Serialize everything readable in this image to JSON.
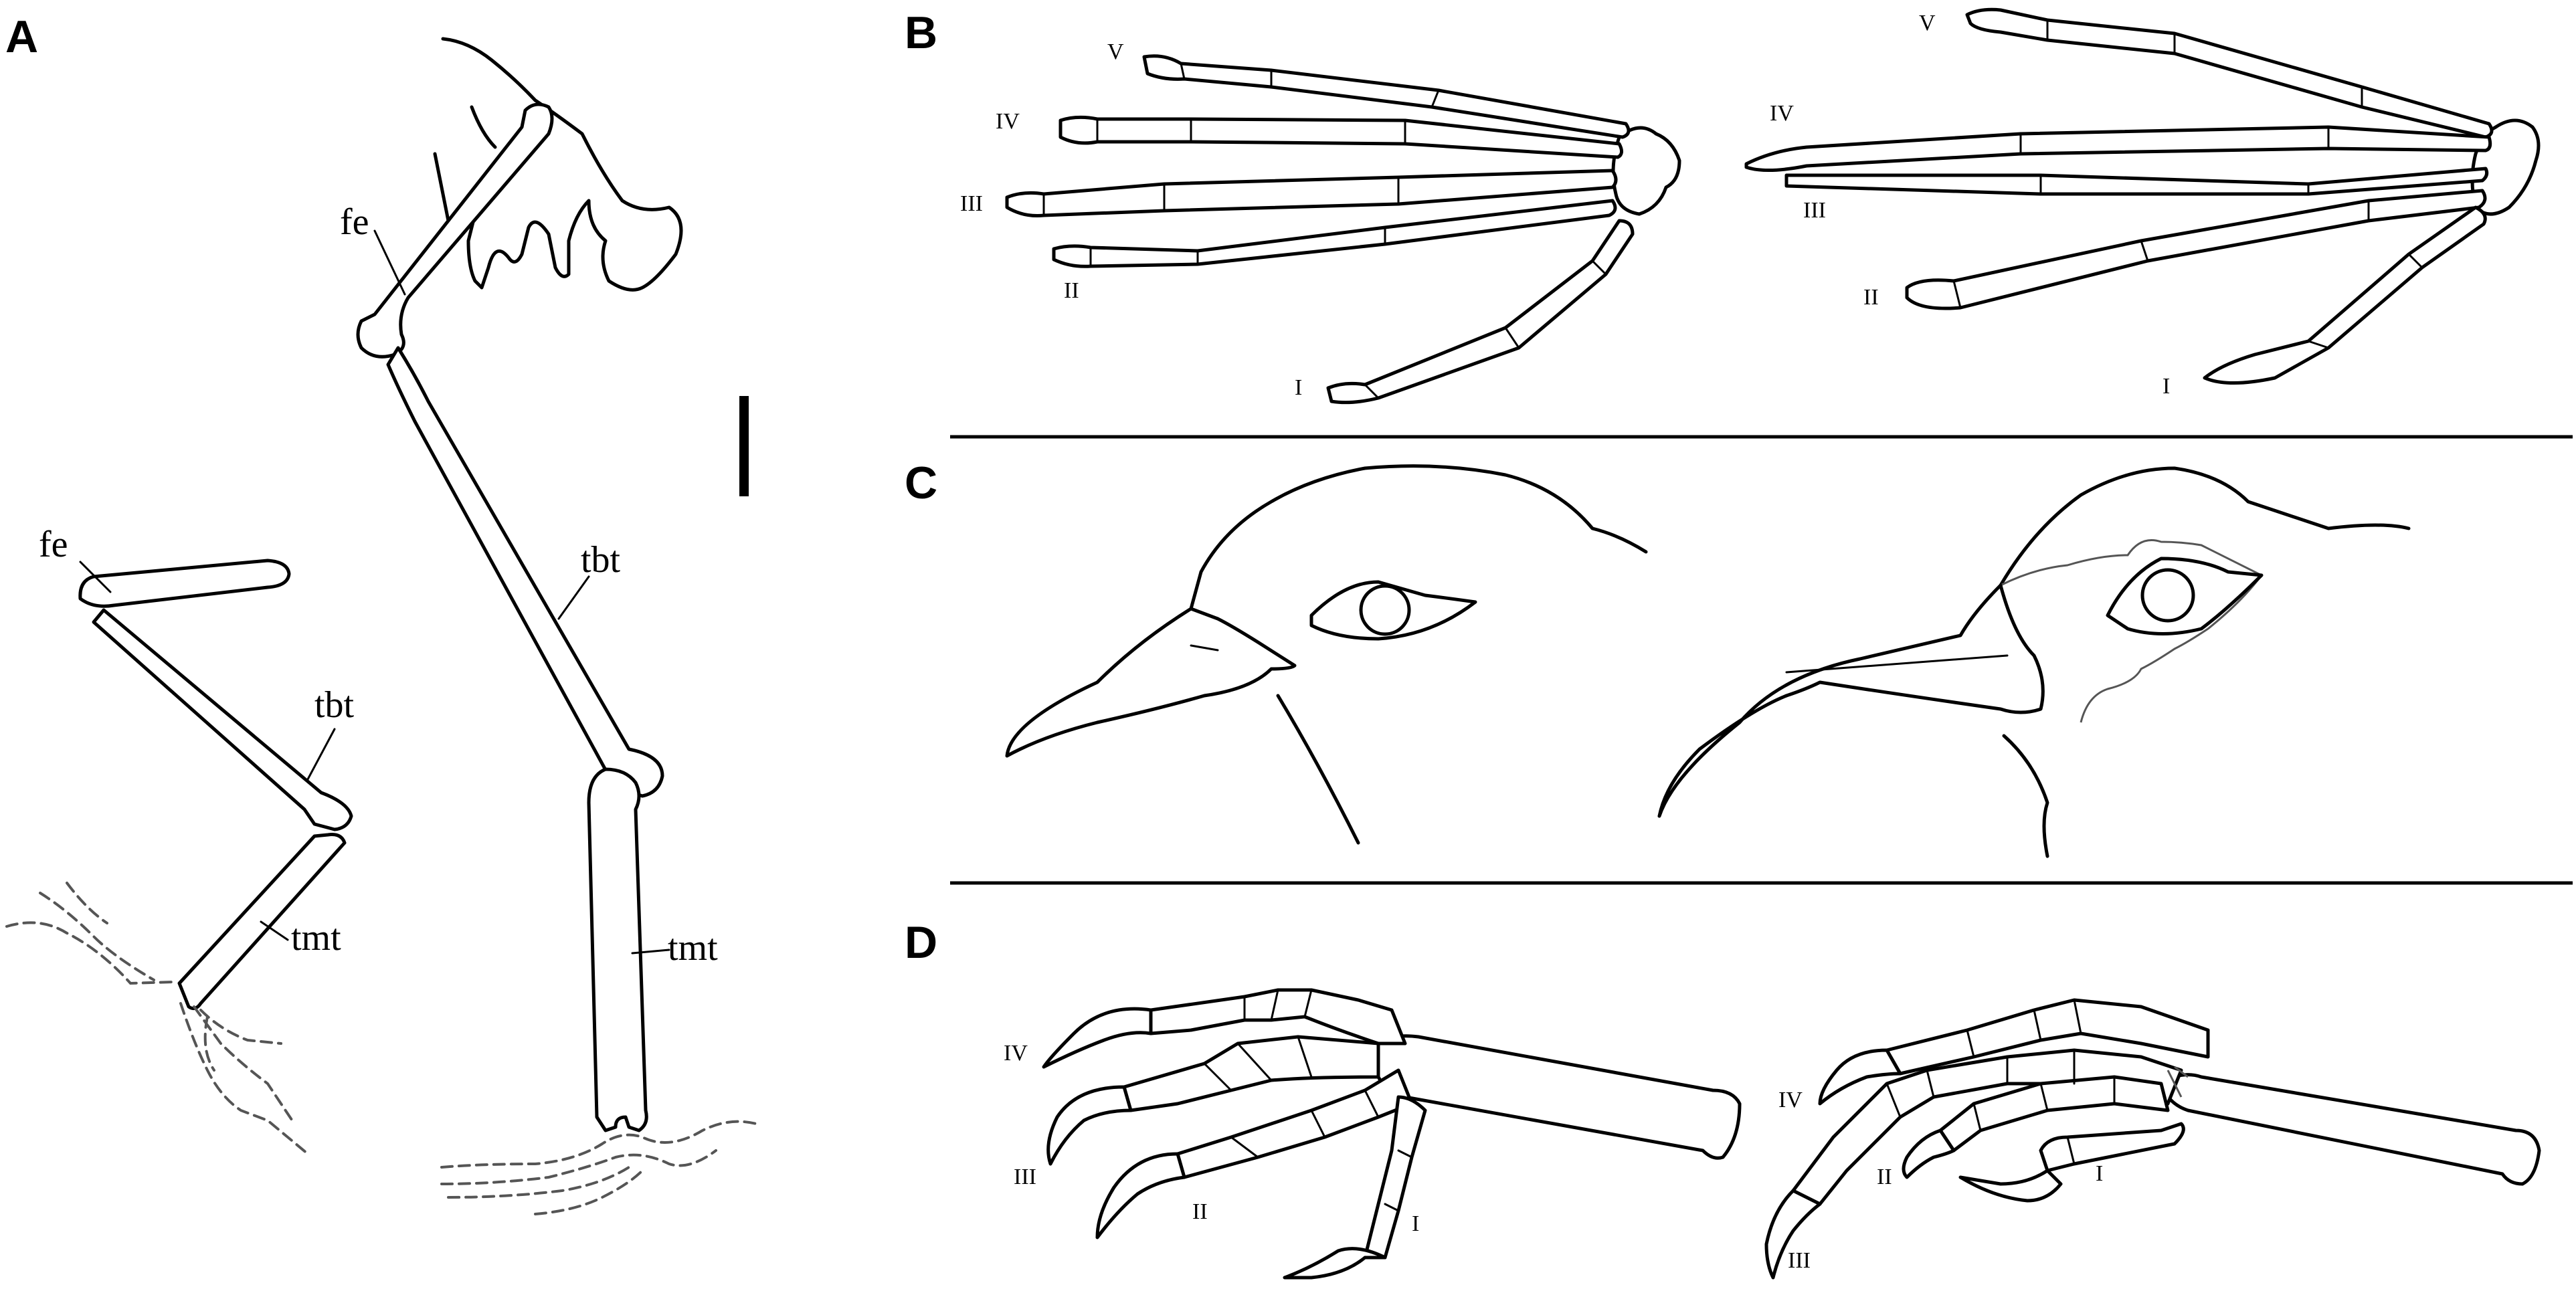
{
  "panels": {
    "A": {
      "letter": "A",
      "small_leg_labels": {
        "femur": "fe",
        "tibiotarsus": "tbt",
        "tarsometatarsus": "tmt"
      },
      "large_leg_labels": {
        "femur": "fe",
        "tibiotarsus": "tbt",
        "tarsometatarsus": "tmt"
      }
    },
    "B": {
      "letter": "B",
      "left_digits": [
        "V",
        "IV",
        "III",
        "II",
        "I"
      ],
      "right_digits": [
        "V",
        "IV",
        "III",
        "II",
        "I"
      ]
    },
    "C": {
      "letter": "C"
    },
    "D": {
      "letter": "D",
      "left_digits": [
        "IV",
        "III",
        "II",
        "I"
      ],
      "right_digits": [
        "IV",
        "II",
        "III",
        "I"
      ]
    }
  },
  "colors": {
    "ink": "#000000",
    "matrix_trace": "#555555",
    "background": "#ffffff"
  }
}
